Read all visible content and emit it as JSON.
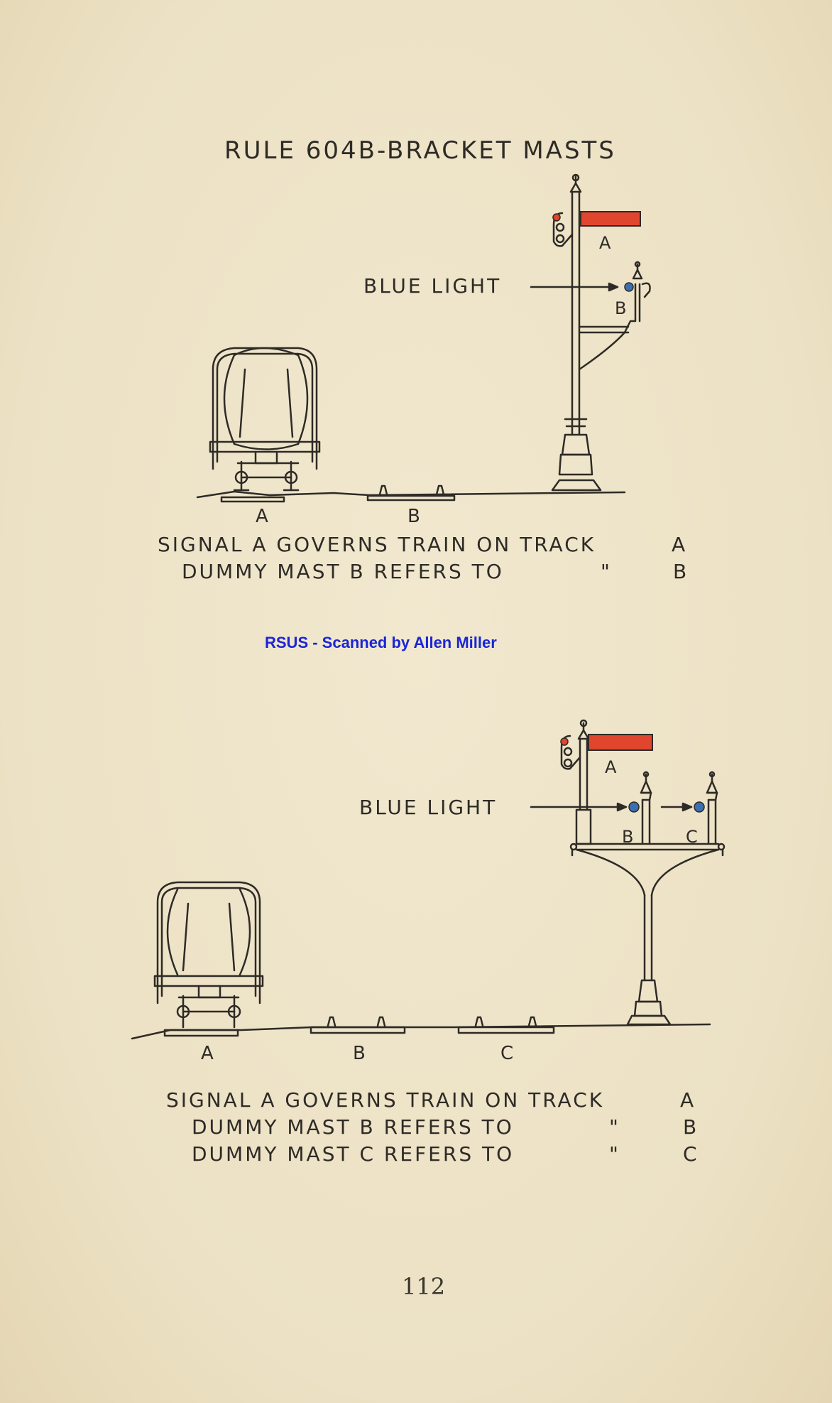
{
  "title": "RULE 604B-BRACKET MASTS",
  "figure1": {
    "signal_labels": [
      "A",
      "B"
    ],
    "blue_light": "BLUE LIGHT",
    "track_labels": [
      "A",
      "B"
    ],
    "caption": [
      [
        "SIGNAL A GOVERNS TRAIN ON TRACK",
        "A"
      ],
      [
        "DUMMY MAST B REFERS TO",
        "\"",
        "B"
      ]
    ]
  },
  "scanner_credit": "RSUS - Scanned by Allen Miller",
  "figure2": {
    "signal_labels": [
      "A",
      "B",
      "C"
    ],
    "blue_light": "BLUE LIGHT",
    "track_labels": [
      "A",
      "B",
      "C"
    ],
    "caption": [
      [
        "SIGNAL A GOVERNS TRAIN ON TRACK",
        "A"
      ],
      [
        "DUMMY MAST B REFERS TO",
        "\"",
        "B"
      ],
      [
        "DUMMY MAST C REFERS TO",
        "\"",
        "C"
      ]
    ]
  },
  "page_number": "112",
  "colors": {
    "semaphore_arm": "#e0452e",
    "blue_light": "#3a6fb0",
    "ink": "#2e2b26",
    "credit": "#1a25d6"
  }
}
